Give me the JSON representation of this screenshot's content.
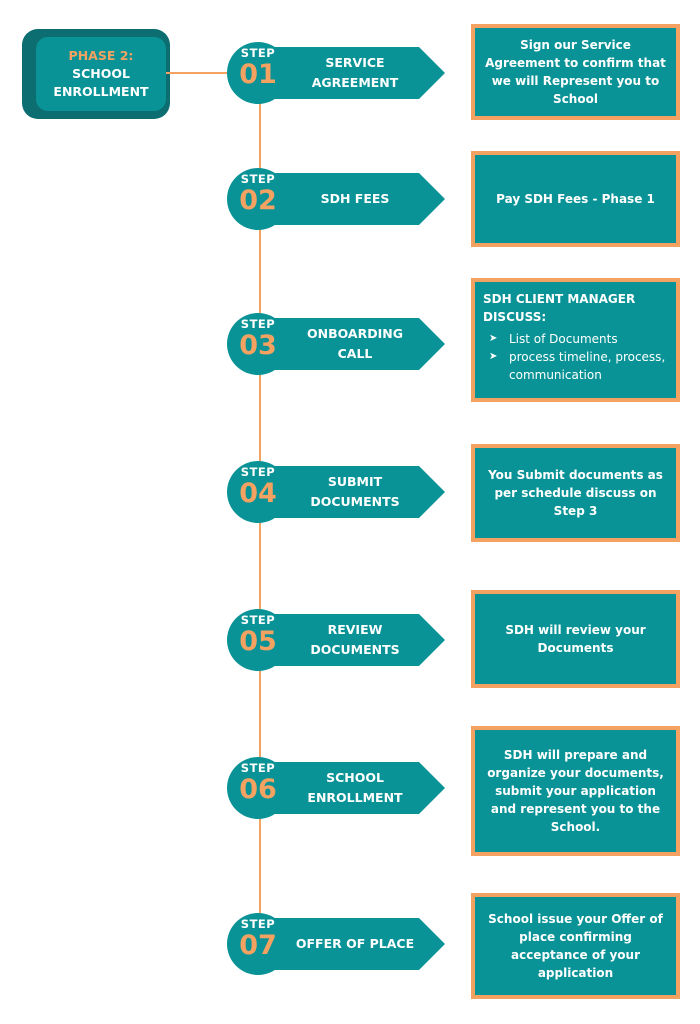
{
  "phase": {
    "label": "PHASE 2:",
    "title": "SCHOOL ENROLLMENT"
  },
  "steps": [
    {
      "word": "STEP",
      "number": "01",
      "title": "SERVICE AGREEMENT",
      "description": "Sign our Service Agreement to confirm that we will Represent you to School"
    },
    {
      "word": "STEP",
      "number": "02",
      "title": "SDH FEES",
      "description": "Pay SDH Fees - Phase 1"
    },
    {
      "word": "STEP",
      "number": "03",
      "title": "ONBOARDING CALL",
      "description_heading": "SDH CLIENT MANAGER DISCUSS:",
      "description_items": [
        "List of Documents",
        "process timeline, process, communication"
      ]
    },
    {
      "word": "STEP",
      "number": "04",
      "title": "SUBMIT DOCUMENTS",
      "description": "You Submit documents as per schedule discuss on Step 3"
    },
    {
      "word": "STEP",
      "number": "05",
      "title": "REVIEW DOCUMENTS",
      "description": "SDH will review your Documents"
    },
    {
      "word": "STEP",
      "number": "06",
      "title": "SCHOOL ENROLLMENT",
      "description": "SDH will prepare and organize your documents, submit your application and represent you to the School."
    },
    {
      "word": "STEP",
      "number": "07",
      "title": "OFFER OF PLACE",
      "description": "School issue your Offer of place confirming acceptance of your application"
    }
  ],
  "colors": {
    "teal": "#0a9396",
    "dark_teal": "#0d6e72",
    "orange": "#f4a261"
  },
  "icons": {
    "bullet": "arrowhead-bullet-icon"
  }
}
